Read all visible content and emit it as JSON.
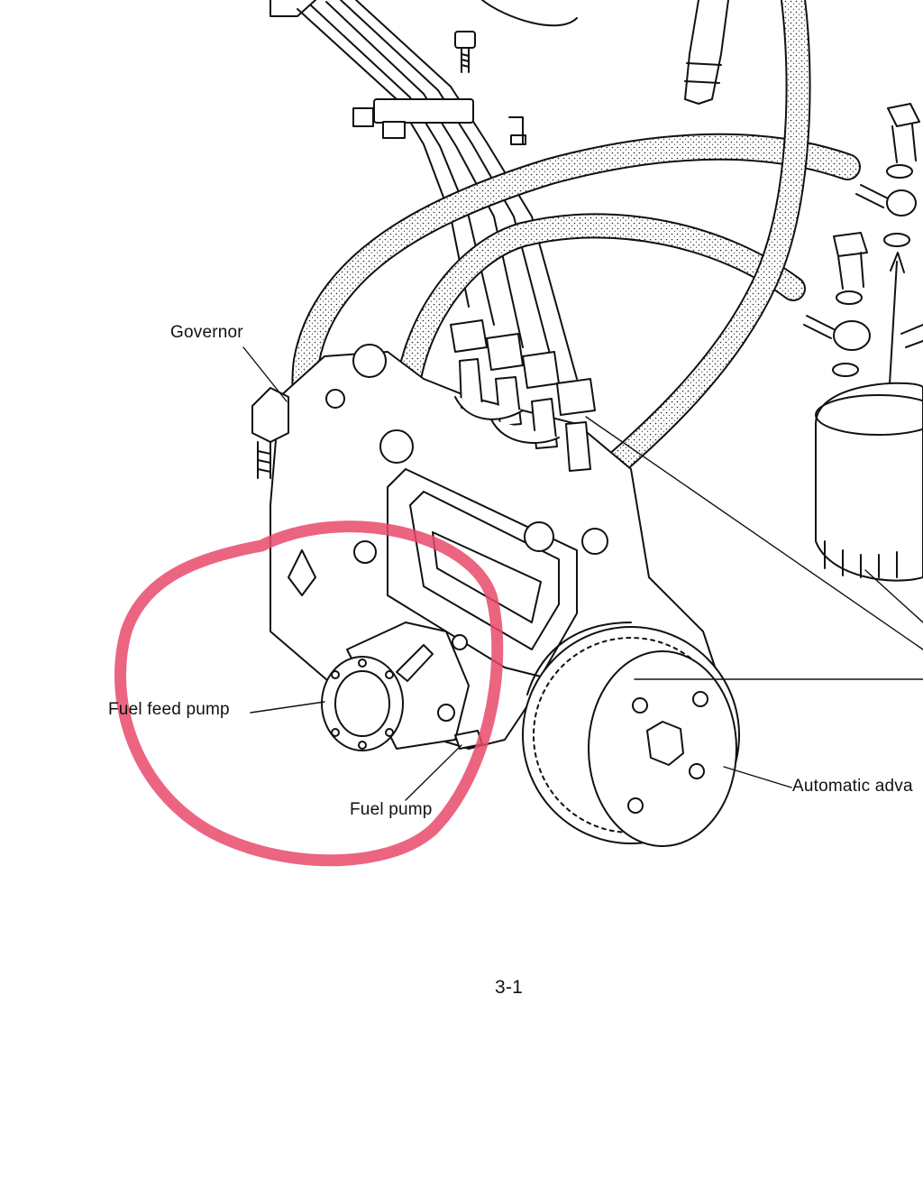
{
  "labels": {
    "governor": "Governor",
    "fuel_feed_pump": "Fuel feed pump",
    "fuel_pump": "Fuel pump",
    "automatic_advance": "Automatic adva"
  },
  "page_number": "3-1",
  "colors": {
    "highlight": "#e84a6a",
    "line": "#111111",
    "background": "#ffffff"
  }
}
